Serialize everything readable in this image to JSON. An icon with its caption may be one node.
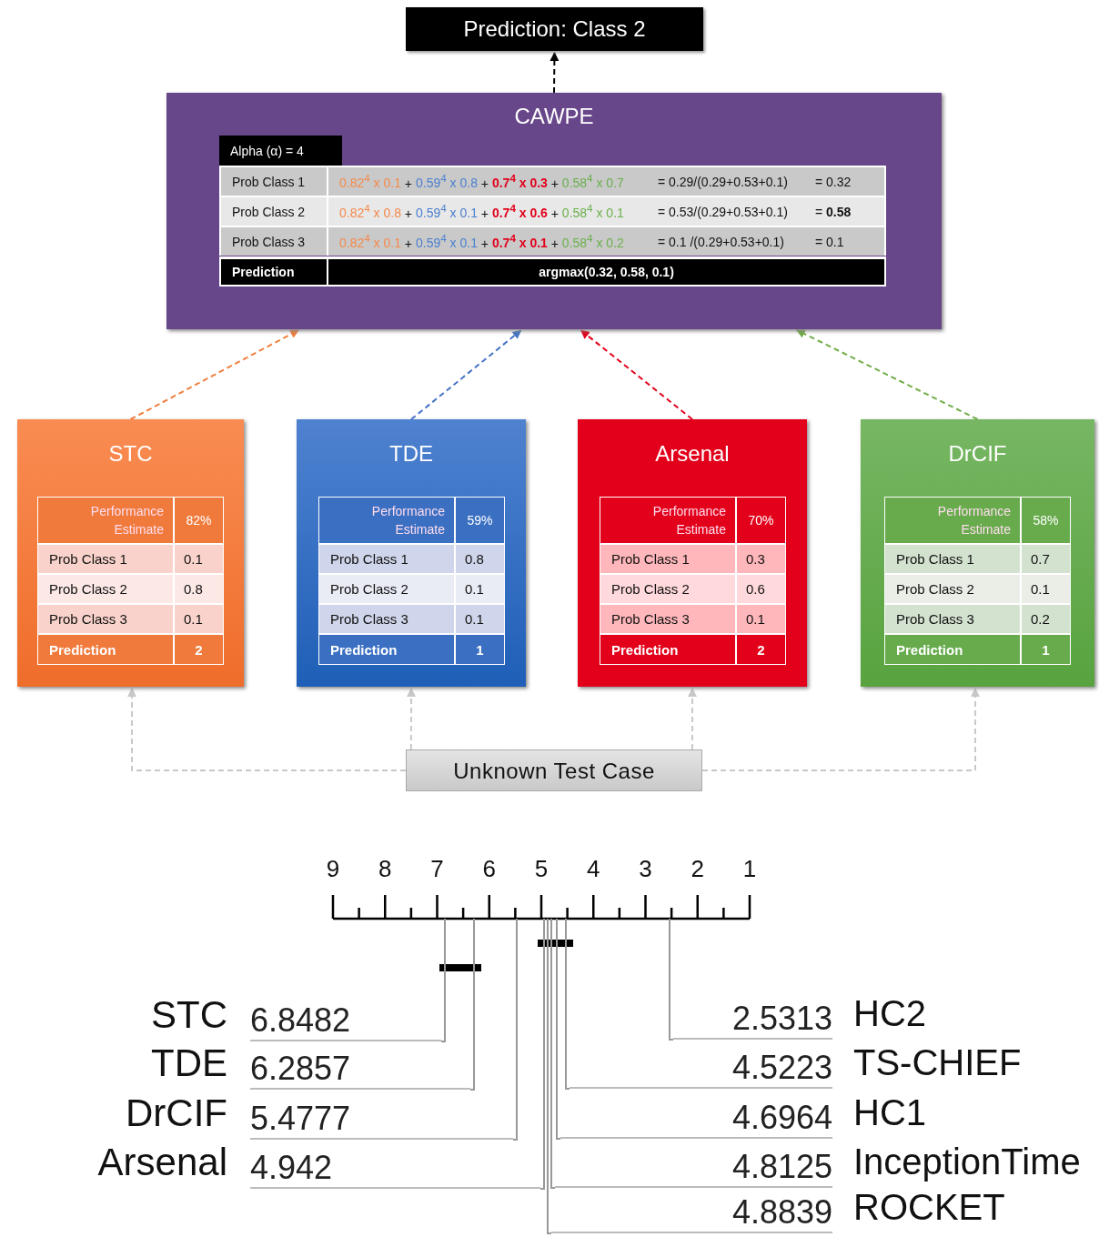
{
  "diagram": {
    "nodes": [
      {
        "text": [
          "Prediction: Class 2"
        ]
      },
      {
        "text": [
          "CAWPE"
        ]
      },
      {
        "text": [
          "STC"
        ]
      },
      {
        "text": [
          "TDE"
        ]
      },
      {
        "text": [
          "Arsenal"
        ]
      },
      {
        "text": [
          "DrCIF"
        ]
      },
      {
        "text": [
          "Unknown Test Case"
        ]
      },
      {
        "text": [
          "STC",
          "6.8482"
        ]
      },
      {
        "text": [
          "2.5313",
          "HC2"
        ]
      },
      {
        "text": [
          "TDE",
          "6.2857"
        ]
      },
      {
        "text": [
          "4.5223",
          "TS-CHIEF"
        ]
      },
      {
        "text": [
          "DrCIF",
          "5.4777"
        ]
      },
      {
        "text": [
          "4.6964",
          "HC1"
        ]
      },
      {
        "text": [
          "Arsenal",
          "4.942"
        ]
      },
      {
        "text": [
          "4.8125",
          "InceptionTime"
        ]
      },
      {
        "text": [
          "4.8839",
          "ROCKET"
        ]
      },
      {
        "text": [],
        "shape": "axis"
      }
    ],
    "edges": [
      {
        "from": 1,
        "to": 0,
        "arrow": "to",
        "style": "dashed",
        "color": "#000000"
      },
      {
        "from": 2,
        "to": 1,
        "arrow": "to",
        "style": "dashed",
        "color": "#f07f3c"
      },
      {
        "from": 3,
        "to": 1,
        "arrow": "to",
        "style": "dashed",
        "color": "#4472c4"
      },
      {
        "from": 4,
        "to": 1,
        "arrow": "to",
        "style": "dashed",
        "color": "#e2001a"
      },
      {
        "from": 5,
        "to": 1,
        "arrow": "to",
        "style": "dashed",
        "color": "#70ad47"
      },
      {
        "from": 6,
        "to": 2,
        "arrow": "to",
        "style": "dashed",
        "color": "#c8c8c8"
      },
      {
        "from": 6,
        "to": 3,
        "arrow": "to",
        "style": "dashed",
        "color": "#c8c8c8"
      },
      {
        "from": 6,
        "to": 4,
        "arrow": "to",
        "style": "dashed",
        "color": "#c8c8c8"
      },
      {
        "from": 6,
        "to": 5,
        "arrow": "to",
        "style": "dashed",
        "color": "#c8c8c8"
      },
      {
        "from": 7,
        "to": 16,
        "arrow": "none"
      },
      {
        "from": 8,
        "to": 16,
        "arrow": "none"
      },
      {
        "from": 9,
        "to": 16,
        "arrow": "none"
      },
      {
        "from": 10,
        "to": 16,
        "arrow": "none"
      },
      {
        "from": 11,
        "to": 16,
        "arrow": "none"
      },
      {
        "from": 12,
        "to": 16,
        "arrow": "none"
      },
      {
        "from": 13,
        "to": 16,
        "arrow": "none"
      },
      {
        "from": 14,
        "to": 16,
        "arrow": "none"
      },
      {
        "from": 15,
        "to": 16,
        "arrow": "none"
      }
    ],
    "labels": [
      "Alpha (α) = 4",
      "Prob Class 1",
      "0.82$^{4}$ x 0.1 + 0.59$^{4}$ x 0.8 + 0.7$^{4}$ x 0.3 + 0.58$^{4}$ x 0.7",
      "= 0.29/(0.29+0.53+0.1)",
      "= 0.32",
      "Prob Class 2",
      "0.82$^{4}$ x 0.8 + 0.59$^{4}$ x 0.1 + 0.7$^{4}$ x 0.6 + 0.58$^{4}$ x 0.1",
      "= 0.53/(0.29+0.53+0.1)",
      "= **0.58**",
      "Prob Class 3",
      "0.82$^{4}$ x 0.1 + 0.59$^{4}$ x 0.1 + 0.7$^{4}$ x 0.1 + 0.58$^{4}$ x 0.2",
      "= 0.1 /(0.29+0.53+0.1)",
      "= 0.1",
      "Prediction",
      "argmax(0.32, 0.58, 0.1)",
      "Performance Estimate",
      "82%",
      "Prob Class 1",
      "0.1",
      "Prob Class 2",
      "0.8",
      "Prob Class 3",
      "0.1",
      "Prediction",
      "2",
      "Performance Estimate",
      "59%",
      "Prob Class 1",
      "0.8",
      "Prob Class 2",
      "0.1",
      "Prob Class 3",
      "0.1",
      "Prediction",
      "1",
      "Performance Estimate",
      "70%",
      "Prob Class 1",
      "0.3",
      "Prob Class 2",
      "0.6",
      "Prob Class 3",
      "0.1",
      "Prediction",
      "2",
      "Performance Estimate",
      "58%",
      "Prob Class 1",
      "0.7",
      "Prob Class 2",
      "0.1",
      "Prob Class 3",
      "0.2",
      "Prediction",
      "1",
      "9",
      "8",
      "7",
      "6",
      "5",
      "4",
      "3",
      "2",
      "1"
    ]
  }
}
